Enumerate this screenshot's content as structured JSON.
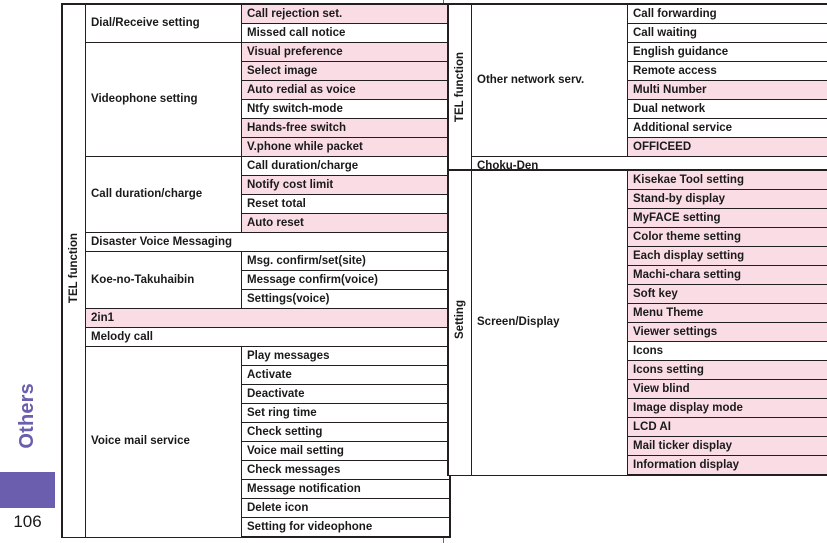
{
  "page": {
    "chapter_label": "Others",
    "page_number": "106"
  },
  "tables": [
    {
      "id": "table-left",
      "group_label": "TEL function",
      "groups": [
        {
          "name": "Dial/Receive setting",
          "items": [
            {
              "label": "Call rejection set.",
              "pink": true
            },
            {
              "label": "Missed call notice",
              "pink": false
            }
          ]
        },
        {
          "name": "Videophone setting",
          "items": [
            {
              "label": "Visual preference",
              "pink": true
            },
            {
              "label": "Select image",
              "pink": true
            },
            {
              "label": "Auto redial as voice",
              "pink": true
            },
            {
              "label": "Ntfy switch-mode",
              "pink": false
            },
            {
              "label": "Hands-free switch",
              "pink": true
            },
            {
              "label": "V.phone while packet",
              "pink": true
            }
          ]
        },
        {
          "name": "Call duration/charge",
          "items": [
            {
              "label": "Call duration/charge",
              "pink": false
            },
            {
              "label": "Notify cost limit",
              "pink": true
            },
            {
              "label": "Reset total",
              "pink": false
            },
            {
              "label": "Auto reset",
              "pink": true
            }
          ]
        },
        {
          "name": "Disaster Voice Messaging",
          "span": true,
          "pink": false,
          "items": []
        },
        {
          "name": "Koe-no-Takuhaibin",
          "items": [
            {
              "label": "Msg. confirm/set(site)",
              "pink": false
            },
            {
              "label": "Message confirm(voice)",
              "pink": false
            },
            {
              "label": "Settings(voice)",
              "pink": false
            }
          ]
        },
        {
          "name": "2in1",
          "span": true,
          "pink": true,
          "items": []
        },
        {
          "name": "Melody call",
          "span": true,
          "pink": false,
          "items": []
        },
        {
          "name": "Voice mail service",
          "items": [
            {
              "label": "Play messages",
              "pink": false
            },
            {
              "label": "Activate",
              "pink": false
            },
            {
              "label": "Deactivate",
              "pink": false
            },
            {
              "label": "Set ring time",
              "pink": false
            },
            {
              "label": "Check setting",
              "pink": false
            },
            {
              "label": "Voice mail setting",
              "pink": false
            },
            {
              "label": "Check messages",
              "pink": false
            },
            {
              "label": "Message notification",
              "pink": false
            },
            {
              "label": "Delete icon",
              "pink": false
            },
            {
              "label": "Setting for videophone",
              "pink": false
            }
          ]
        }
      ]
    },
    {
      "id": "table-right-tel",
      "group_label": "TEL function",
      "groups": [
        {
          "name": "Other network serv.",
          "items": [
            {
              "label": "Call forwarding",
              "pink": false
            },
            {
              "label": "Call waiting",
              "pink": false
            },
            {
              "label": "English guidance",
              "pink": false
            },
            {
              "label": "Remote access",
              "pink": false
            },
            {
              "label": "Multi Number",
              "pink": true
            },
            {
              "label": "Dual network",
              "pink": false
            },
            {
              "label": "Additional service",
              "pink": false
            },
            {
              "label": "OFFICEED",
              "pink": true
            }
          ]
        },
        {
          "name": "Choku-Den",
          "span": true,
          "pink": false,
          "items": []
        }
      ]
    },
    {
      "id": "table-right-setting",
      "group_label": "Setting",
      "groups": [
        {
          "name": "Screen/Display",
          "items": [
            {
              "label": "Kisekae Tool setting",
              "pink": true
            },
            {
              "label": "Stand-by display",
              "pink": true
            },
            {
              "label": "MyFACE setting",
              "pink": true
            },
            {
              "label": "Color theme setting",
              "pink": true
            },
            {
              "label": "Each display setting",
              "pink": true
            },
            {
              "label": "Machi-chara setting",
              "pink": true
            },
            {
              "label": "Soft key",
              "pink": true
            },
            {
              "label": "Menu Theme",
              "pink": true
            },
            {
              "label": "Viewer settings",
              "pink": true
            },
            {
              "label": "Icons",
              "pink": false
            },
            {
              "label": "Icons setting",
              "pink": true
            },
            {
              "label": "View blind",
              "pink": true
            },
            {
              "label": "Image display mode",
              "pink": true
            },
            {
              "label": "LCD AI",
              "pink": true
            },
            {
              "label": "Mail ticker display",
              "pink": true
            },
            {
              "label": "Information display",
              "pink": true
            }
          ]
        }
      ]
    }
  ],
  "colors": {
    "highlight": "#fadce5",
    "chapter": "#6b5eae",
    "rule": "#231f20"
  }
}
